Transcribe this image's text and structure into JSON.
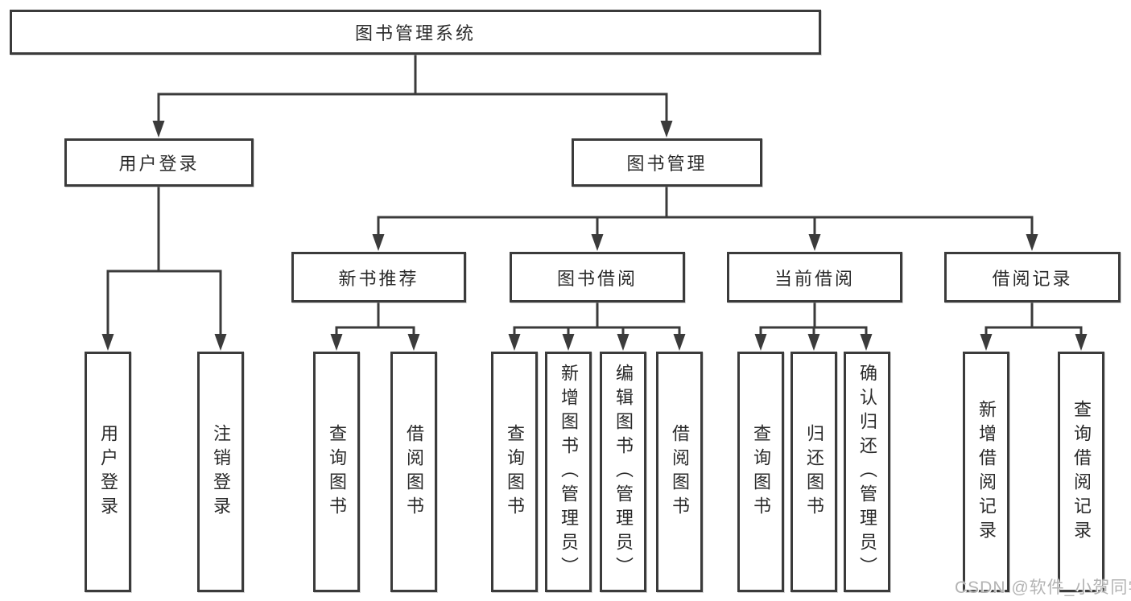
{
  "diagram": {
    "root": {
      "label": "图书管理系统"
    },
    "branches": [
      {
        "label": "用户登录",
        "children": [
          {
            "label": "用户登录"
          },
          {
            "label": "注销登录"
          }
        ]
      },
      {
        "label": "图书管理",
        "children": [
          {
            "label": "新书推荐",
            "children": [
              {
                "label": "查询图书"
              },
              {
                "label": "借阅图书"
              }
            ]
          },
          {
            "label": "图书借阅",
            "children": [
              {
                "label": "查询图书"
              },
              {
                "label": "新增图书（管理员）"
              },
              {
                "label": "编辑图书（管理员）"
              },
              {
                "label": "借阅图书"
              }
            ]
          },
          {
            "label": "当前借阅",
            "children": [
              {
                "label": "查询图书"
              },
              {
                "label": "归还图书"
              },
              {
                "label": "确认归还（管理员）"
              }
            ]
          },
          {
            "label": "借阅记录",
            "children": [
              {
                "label": "新增借阅记录"
              },
              {
                "label": "查询借阅记录"
              }
            ]
          }
        ]
      }
    ]
  },
  "watermark": {
    "text": "CSDN @软件_小贺同学"
  },
  "colors": {
    "line": "#3b3b3b",
    "text": "#2a2a2a",
    "watermark": "#b3b3b3",
    "background": "#ffffff"
  }
}
